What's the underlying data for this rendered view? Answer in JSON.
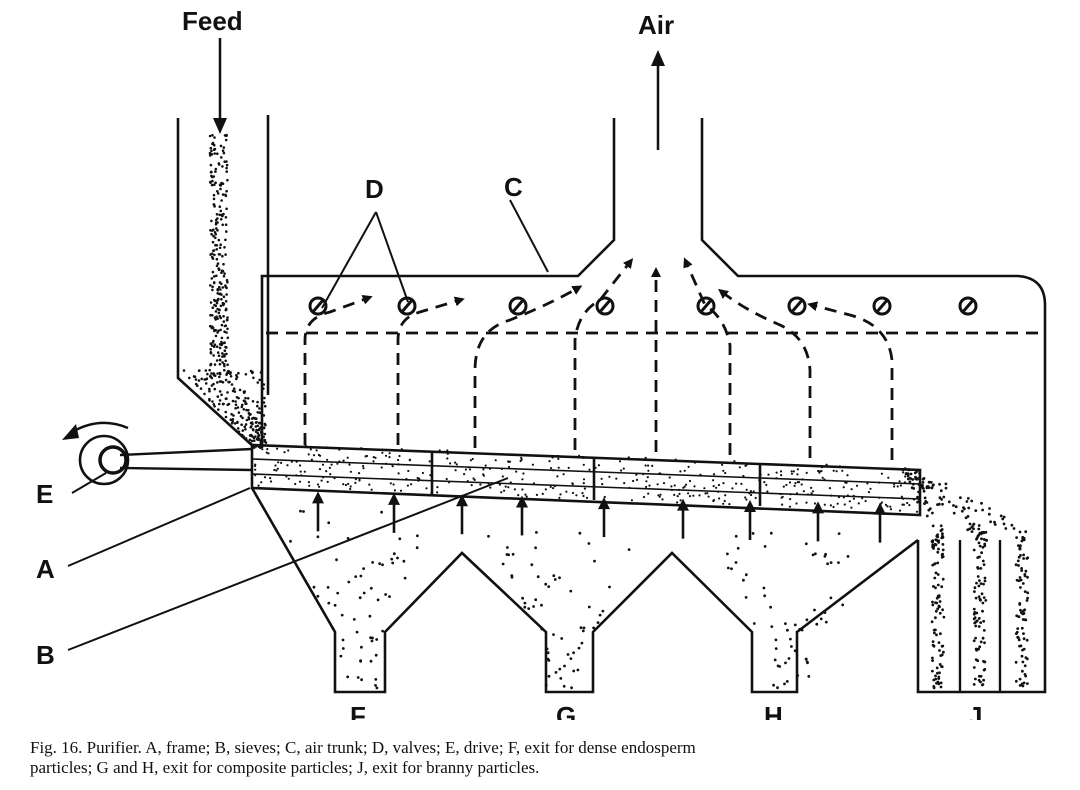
{
  "labels": {
    "feed": "Feed",
    "air": "Air",
    "a": "A",
    "b": "B",
    "c": "C",
    "d": "D",
    "e": "E",
    "f": "F",
    "g": "G",
    "h": "H",
    "j": "J"
  },
  "caption": {
    "line1": "Fig. 16. Purifier. A, frame; B, sieves; C, air trunk; D, valves; E, drive; F, exit for dense endosperm",
    "line2": "particles; G and H, exit for composite particles; J, exit for branny particles."
  },
  "colors": {
    "ink": "#111111",
    "background": "#ffffff"
  }
}
